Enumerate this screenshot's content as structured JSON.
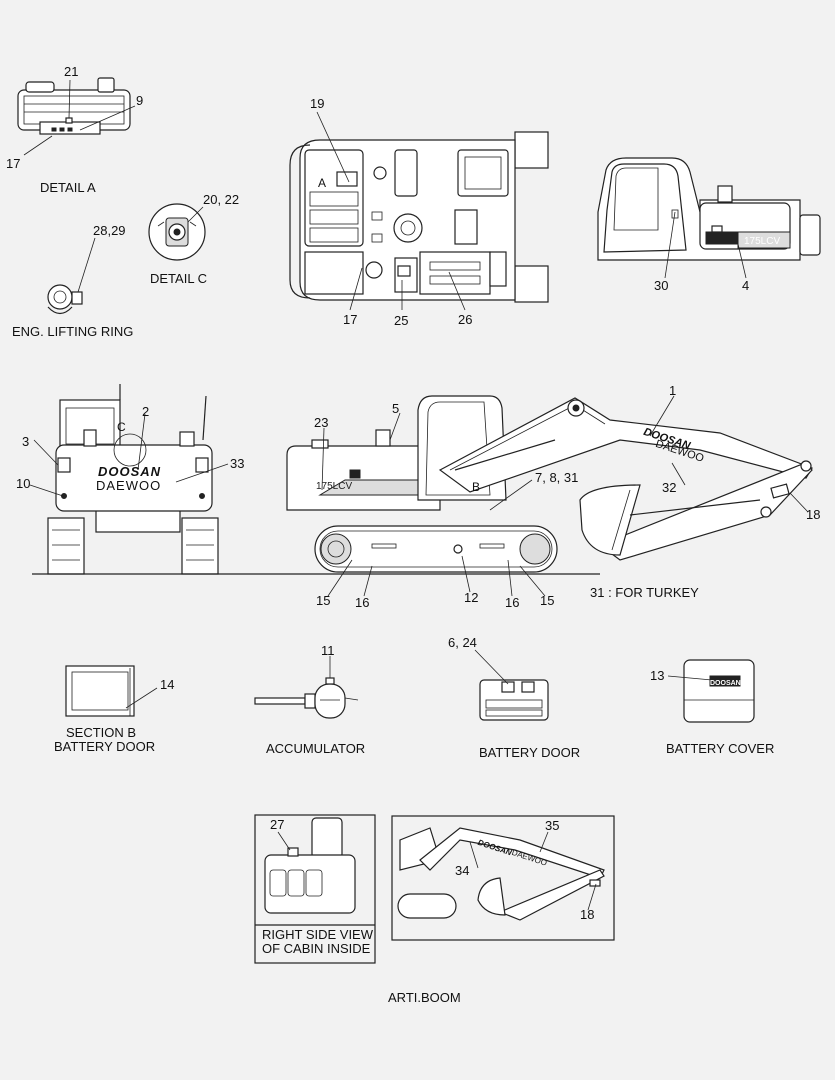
{
  "callouts": {
    "n21": "21",
    "n9": "9",
    "n17a": "17",
    "n20_22": "20, 22",
    "n28_29": "28,29",
    "n19": "19",
    "n17b": "17",
    "n25": "25",
    "n26": "26",
    "n30": "30",
    "n4": "4",
    "n2": "2",
    "n3": "3",
    "n10": "10",
    "n33": "33",
    "n23": "23",
    "n5": "5",
    "n7_8_31": "7, 8, 31",
    "n1": "1",
    "n32": "32",
    "n18a": "18",
    "n15a": "15",
    "n16a": "16",
    "n12": "12",
    "n16b": "16",
    "n15b": "15",
    "n11": "11",
    "n14": "14",
    "n6_24": "6, 24",
    "n13": "13",
    "n27": "27",
    "n35": "35",
    "n34": "34",
    "n18b": "18"
  },
  "captions": {
    "detail_a": "DETAIL  A",
    "detail_c": "DETAIL  C",
    "eng_lifting_ring": "ENG. LIFTING RING",
    "for_turkey": "31 : FOR TURKEY",
    "section_b_1": "SECTION  B",
    "section_b_2": "BATTERY DOOR",
    "accumulator": "ACCUMULATOR",
    "battery_door": "BATTERY DOOR",
    "battery_cover": "BATTERY COVER",
    "right_side_1": "RIGHT SIDE VIEW",
    "right_side_2": "OF CABIN INSIDE",
    "arti_boom": "ARTI.BOOM"
  },
  "decals": {
    "doosan": "DOOSAN",
    "daewoo": "DAEWOO",
    "model": "175LCV",
    "marker_a": "A",
    "marker_b": "B",
    "marker_c": "C"
  }
}
